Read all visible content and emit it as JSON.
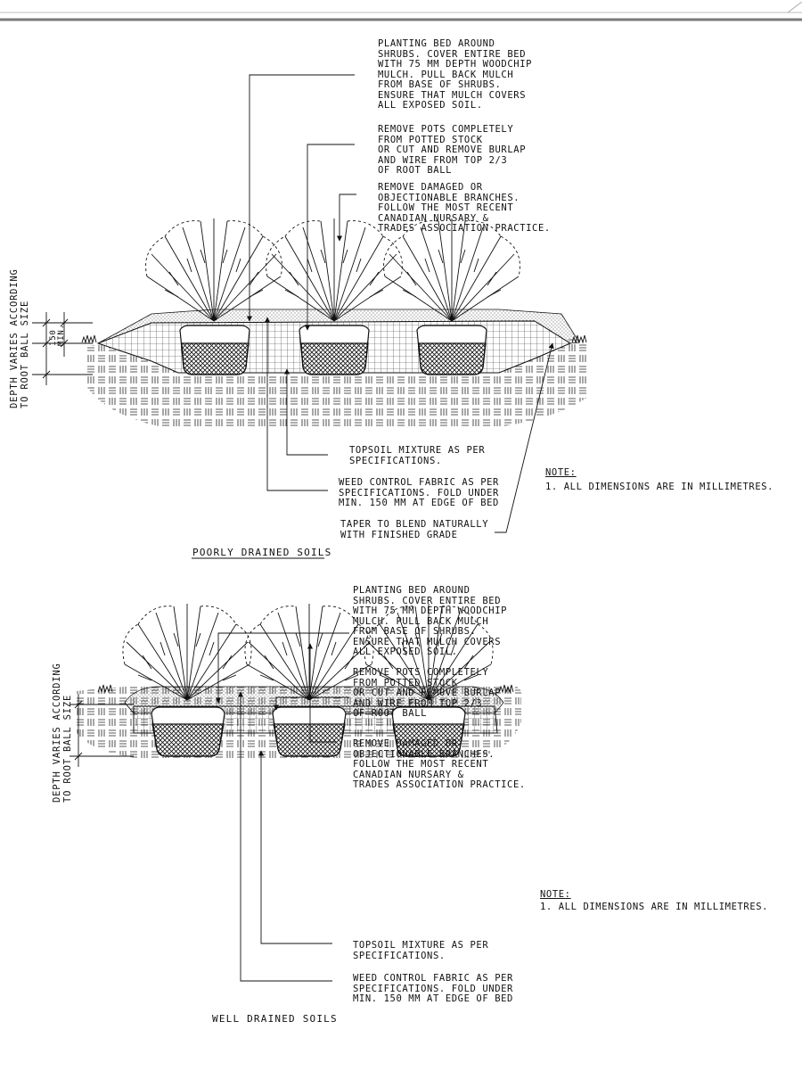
{
  "detail_poorly": {
    "title": "POORLY DRAINED SOILS",
    "depth_label": "DEPTH VARIES ACCORDING\nTO ROOT BALL SIZE",
    "dim_label": "150\nMIN.",
    "callouts": {
      "planting_bed": "PLANTING BED AROUND\nSHRUBS. COVER ENTIRE BED\nWITH 75 MM DEPTH WOODCHIP\nMULCH. PULL BACK MULCH\nFROM BASE OF SHRUBS.\nENSURE THAT MULCH COVERS\nALL EXPOSED SOIL.",
      "remove_pots": "REMOVE POTS COMPLETELY\nFROM POTTED STOCK\nOR CUT AND REMOVE BURLAP\nAND WIRE FROM TOP 2/3\nOF ROOT BALL",
      "remove_branches": "REMOVE DAMAGED OR\nOBJECTIONABLE BRANCHES.\nFOLLOW THE MOST RECENT\nCANADIAN NURSARY &\nTRADES ASSOCIATION PRACTICE.",
      "topsoil": "TOPSOIL MIXTURE AS PER\nSPECIFICATIONS.",
      "weed_fabric": "WEED CONTROL FABRIC AS PER\nSPECIFICATIONS. FOLD UNDER\nMIN. 150 MM AT EDGE OF BED",
      "taper": "TAPER TO BLEND NATURALLY\nWITH FINISHED GRADE"
    },
    "note_heading": "NOTE:",
    "note_text": "1. ALL DIMENSIONS ARE IN MILLIMETRES."
  },
  "detail_well": {
    "title": "WELL DRAINED SOILS",
    "depth_label": "DEPTH VARIES ACCORDING\nTO ROOT BALL SIZE",
    "callouts": {
      "planting_bed": "PLANTING BED AROUND\nSHRUBS. COVER ENTIRE BED\nWITH 75 MM DEPTH WOODCHIP\nMULCH. PULL BACK MULCH\nFROM BASE OF SHRUBS.\nENSURE THAT MULCH COVERS\nALL EXPOSED SOIL.",
      "remove_pots": "REMOVE POTS COMPLETELY\nFROM POTTED STOCK\nOR CUT AND REMOVE BURLAP\nAND WIRE FROM TOP 2/3\nOF ROOT BALL",
      "remove_branches": "REMOVE DAMAGED OR\nOBJECTIONABLE BRANCHES.\nFOLLOW THE MOST RECENT\nCANADIAN NURSARY &\nTRADES ASSOCIATION PRACTICE.",
      "topsoil": "TOPSOIL MIXTURE AS PER\nSPECIFICATIONS.",
      "weed_fabric": "WEED CONTROL FABRIC AS PER\nSPECIFICATIONS. FOLD UNDER\nMIN. 150 MM AT EDGE OF BED"
    },
    "note_heading": "NOTE:",
    "note_text": "1. ALL DIMENSIONS ARE IN MILLIMETRES."
  },
  "colors": {
    "ink": "#111111",
    "frame": "#7a7a7a"
  }
}
